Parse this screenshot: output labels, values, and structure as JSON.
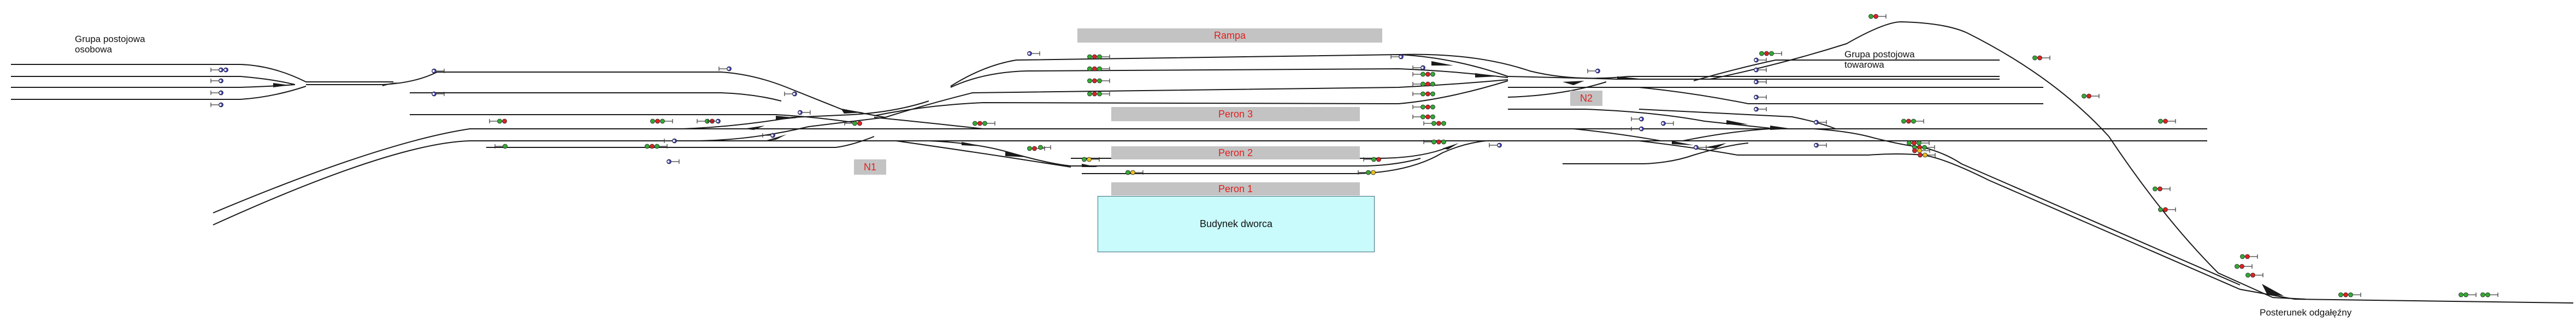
{
  "labels": {
    "passenger_group": [
      "Grupa postojowa",
      "osobowa"
    ],
    "freight_group": [
      "Grupa postojowa",
      "towarowa"
    ],
    "junction_post": "Posterunek odgałęźny"
  },
  "platforms": {
    "rampa": "Rampa",
    "peron3": "Peron 3",
    "peron2": "Peron 2",
    "peron1": "Peron 1",
    "n1": "N1",
    "n2": "N2"
  },
  "building": "Budynek dworca",
  "colors": {
    "track": "#1a1a1a",
    "signal_green": "#33aa33",
    "signal_red": "#dd2222",
    "signal_yellow": "#e8c020",
    "shunt_blue": "#3a3ab0",
    "platform": "#c3c3c3",
    "platform_text": "#e02020",
    "building_fill": "#c9fbfc"
  }
}
